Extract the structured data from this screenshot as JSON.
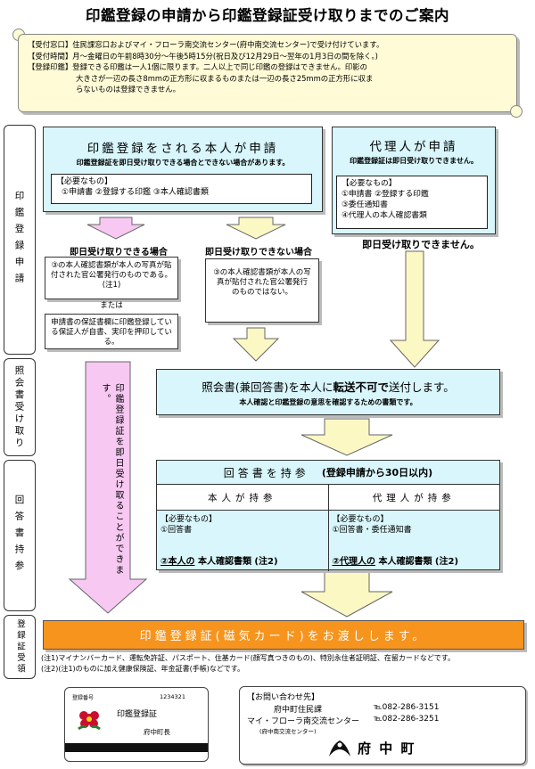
{
  "title": "印鑑登録の申請から印鑑登録証受け取りまでのご案内",
  "info": {
    "line1": "【受付窓口】住民課窓口およびマイ・フローラ南交流センター(府中南交流センター)で受け付けています。",
    "line2": "【受付時間】月～金曜日の午前8時30分～午後5時15分(祝日及び12月29日～翌年の1月3日の間を除く。)",
    "line3": "【登録印鑑】登録できる印鑑は一人1個に限ります。二人以上で同じ印鑑の登録はできません。印影の",
    "line4": "大きさが一辺の長さ8mmの正方形に収まるものまたは一辺の長さ25mmの正方形に収ま",
    "line5": "らないものは登録できません。"
  },
  "side": {
    "s1": "印鑑登録申請",
    "s2": "照会書受け取り",
    "s3": "回答書持参",
    "s4": "登録証受領"
  },
  "self_apply": {
    "heading": "印鑑登録をされる本人が申請",
    "sub": "印鑑登録証を即日受け取りできる場合とできない場合があります。",
    "needs_title": "【必要なもの】",
    "needs_items": "①申請書 ②登録する印鑑 ③本人確認書類"
  },
  "agent_apply": {
    "heading": "代理人が申請",
    "sub": "印鑑登録証は即日受け取りできません。",
    "needs_title": "【必要なもの】",
    "item1": "①申請書 ②登録する印鑑",
    "item2": "③委任通知書",
    "item3": "④代理人の本人確認書類",
    "note": "即日受け取りできません。"
  },
  "same_day": {
    "label": "即日受け取りできる場合",
    "text1": "③の本人確認書類が本人の写真が貼付された官公署発行のものである。(注1)",
    "or": "または",
    "text2": "申請書の保証書欄に印鑑登録している保証人が自書、実印を押印している。"
  },
  "not_same_day": {
    "label": "即日受け取りできない場合",
    "text": "③の本人確認書類が本人の写真が貼付された官公署発行のものではない。"
  },
  "pink_arrow_text": "印鑑登録証を即日受け取ることができます。",
  "inquiry": {
    "main_pre": "照会書(兼回答書)を本人に",
    "main_bold": "転送不可で",
    "main_post": "送付します。",
    "sub": "本人確認と印鑑登録の意思を確認するための書類です。"
  },
  "answer": {
    "heading": "回答書を持参",
    "heading_note": "(登録申請から30日以内)",
    "col1": "本人が持参",
    "col2": "代理人が持参",
    "col1_needs_title": "【必要なもの】",
    "col1_item": "①回答書",
    "col1_bottom_u": "②本人の",
    "col1_bottom": "本人確認書類 (注2)",
    "col2_needs_title": "【必要なもの】",
    "col2_item": "①回答書・委任通知書",
    "col2_bottom_u": "②代理人の",
    "col2_bottom": "本人確認書類 (注2)"
  },
  "final": "印鑑登録証(磁気カード)をお渡しします。",
  "notes": {
    "n1": "(注1)マイナンバーカード、運転免許証、パスポート、住基カード(顔写真つきのもの)、特別永住者証明証、在留カードなどです。",
    "n2": "(注2)(注1)のものに加え健康保険証、年金証書(手帳)などです。"
  },
  "card": {
    "reg_label": "登録番号",
    "reg_no": "1234321",
    "title": "印鑑登録証",
    "issuer": "府中町長"
  },
  "contact": {
    "title": "【お問い合わせ先】",
    "org1": "府中町住民課",
    "tel1": "℡082-286-3151",
    "org2": "マイ・フローラ南交流センター",
    "tel2": "℡082-286-3251",
    "org2_note": "(府中南交流センター)",
    "town": "府 中 町"
  },
  "colors": {
    "cyan": "#d8f6fb",
    "yellow_arrow": "#fcf8c4",
    "pink_arrow": "#f6c8f2",
    "orange": "#f7941d",
    "scroll": "#fffbd6",
    "logo": "#c8102e"
  }
}
